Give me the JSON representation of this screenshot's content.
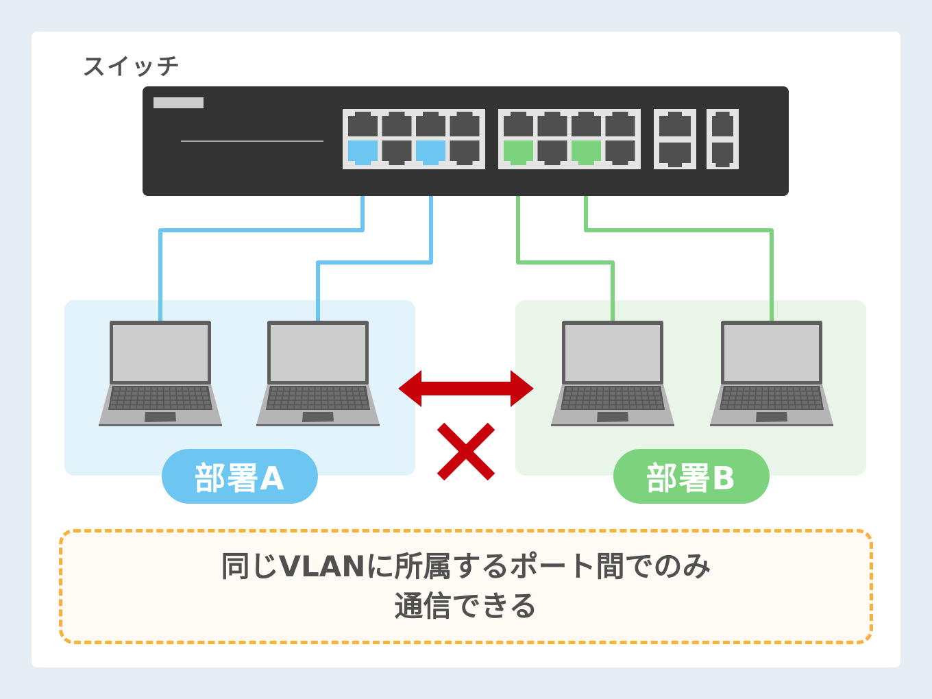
{
  "switch": {
    "label": "スイッチ",
    "ports_group_count": 2,
    "ports_per_group": 8,
    "uplink_ports": 4
  },
  "departments": [
    {
      "name": "部署A",
      "color": "#6cc6f1",
      "bg": "#e2f3fb",
      "laptops": 2,
      "switch_ports": [
        1,
        3
      ]
    },
    {
      "name": "部署B",
      "color": "#7dd37d",
      "bg": "#e8f5e8",
      "laptops": 2,
      "switch_ports": [
        5,
        7
      ]
    }
  ],
  "blocked_indicator": {
    "icon": "double-arrow-icon",
    "mark": "cross-icon",
    "color": "#c8000a"
  },
  "note": {
    "line1": "同じVLANに所属するポート間でのみ",
    "line2": "通信できる",
    "border_color": "#f7b13f"
  }
}
